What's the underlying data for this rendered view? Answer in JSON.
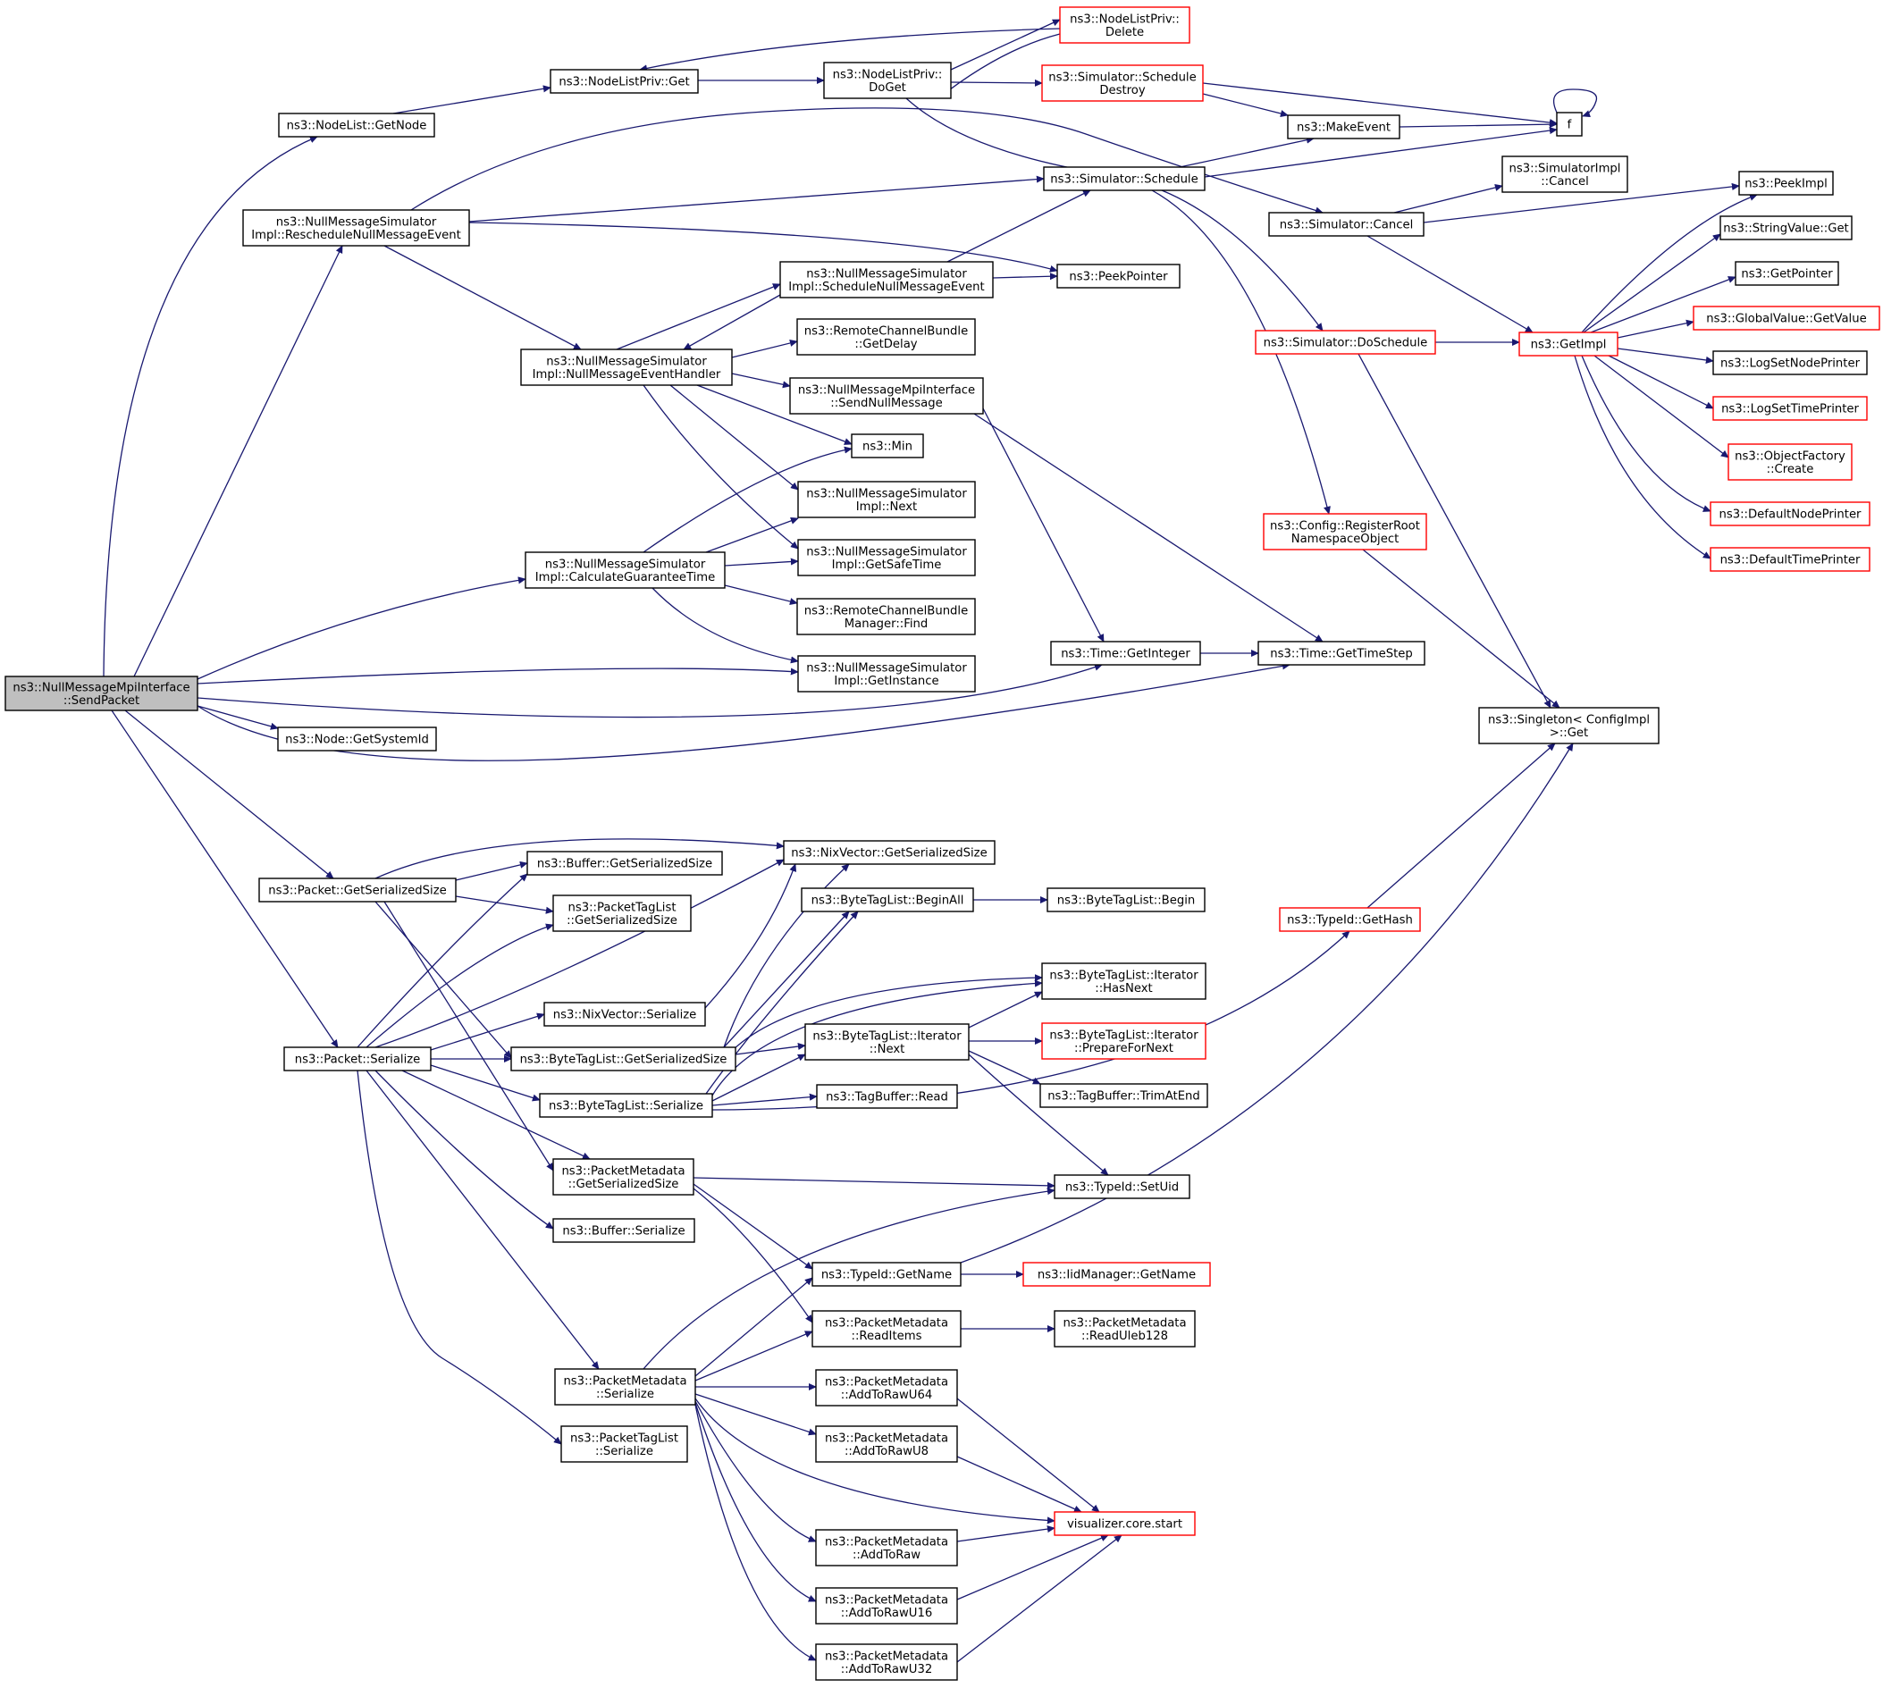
{
  "colors": {
    "edge": "#191970",
    "node_border": "#000000",
    "truncated_border": "#ff0000",
    "root_fill": "#bfbfbf"
  },
  "nodes": [
    {
      "id": "send_packet",
      "lines": [
        "ns3::NullMessageMpiInterface",
        "::SendPacket"
      ],
      "style": "root"
    },
    {
      "id": "nodelist_getnode",
      "lines": [
        "ns3::NodeList::GetNode"
      ]
    },
    {
      "id": "nodelistpriv_get",
      "lines": [
        "ns3::NodeListPriv::Get"
      ]
    },
    {
      "id": "nodelistpriv_doget",
      "lines": [
        "ns3::NodeListPriv::",
        "DoGet"
      ]
    },
    {
      "id": "nodelistpriv_delete",
      "lines": [
        "ns3::NodeListPriv::",
        "Delete"
      ],
      "style": "red"
    },
    {
      "id": "sim_schedule_destroy",
      "lines": [
        "ns3::Simulator::Schedule",
        "Destroy"
      ],
      "style": "red"
    },
    {
      "id": "make_event",
      "lines": [
        "ns3::MakeEvent"
      ]
    },
    {
      "id": "f",
      "lines": [
        "f"
      ]
    },
    {
      "id": "sim_schedule",
      "lines": [
        "ns3::Simulator::Schedule"
      ]
    },
    {
      "id": "simimpl_cancel",
      "lines": [
        "ns3::SimulatorImpl",
        "::Cancel"
      ]
    },
    {
      "id": "sim_cancel",
      "lines": [
        "ns3::Simulator::Cancel"
      ]
    },
    {
      "id": "peek_impl",
      "lines": [
        "ns3::PeekImpl"
      ]
    },
    {
      "id": "string_value_get",
      "lines": [
        "ns3::StringValue::Get"
      ]
    },
    {
      "id": "get_pointer",
      "lines": [
        "ns3::GetPointer"
      ]
    },
    {
      "id": "global_value_get",
      "lines": [
        "ns3::GlobalValue::GetValue"
      ],
      "style": "red"
    },
    {
      "id": "log_set_node",
      "lines": [
        "ns3::LogSetNodePrinter"
      ]
    },
    {
      "id": "log_set_time",
      "lines": [
        "ns3::LogSetTimePrinter"
      ],
      "style": "red"
    },
    {
      "id": "object_factory_create",
      "lines": [
        "ns3::ObjectFactory",
        "::Create"
      ],
      "style": "red"
    },
    {
      "id": "default_node_printer",
      "lines": [
        "ns3::DefaultNodePrinter"
      ],
      "style": "red"
    },
    {
      "id": "default_time_printer",
      "lines": [
        "ns3::DefaultTimePrinter"
      ],
      "style": "red"
    },
    {
      "id": "get_impl",
      "lines": [
        "ns3::GetImpl"
      ],
      "style": "red"
    },
    {
      "id": "sim_do_schedule",
      "lines": [
        "ns3::Simulator::DoSchedule"
      ],
      "style": "red"
    },
    {
      "id": "resched_null",
      "lines": [
        "ns3::NullMessageSimulator",
        "Impl::RescheduleNullMessageEvent"
      ]
    },
    {
      "id": "sched_null",
      "lines": [
        "ns3::NullMessageSimulator",
        "Impl::ScheduleNullMessageEvent"
      ]
    },
    {
      "id": "peek_pointer",
      "lines": [
        "ns3::PeekPointer"
      ]
    },
    {
      "id": "null_handler",
      "lines": [
        "ns3::NullMessageSimulator",
        "Impl::NullMessageEventHandler"
      ]
    },
    {
      "id": "rcb_get_delay",
      "lines": [
        "ns3::RemoteChannelBundle",
        "::GetDelay"
      ]
    },
    {
      "id": "send_null",
      "lines": [
        "ns3::NullMessageMpiInterface",
        "::SendNullMessage"
      ]
    },
    {
      "id": "min",
      "lines": [
        "ns3::Min"
      ]
    },
    {
      "id": "nms_next",
      "lines": [
        "ns3::NullMessageSimulator",
        "Impl::Next"
      ]
    },
    {
      "id": "nms_safe_time",
      "lines": [
        "ns3::NullMessageSimulator",
        "Impl::GetSafeTime"
      ]
    },
    {
      "id": "calc_guarantee",
      "lines": [
        "ns3::NullMessageSimulator",
        "Impl::CalculateGuaranteeTime"
      ]
    },
    {
      "id": "rcb_find",
      "lines": [
        "ns3::RemoteChannelBundle",
        "Manager::Find"
      ]
    },
    {
      "id": "nms_instance",
      "lines": [
        "ns3::NullMessageSimulator",
        "Impl::GetInstance"
      ]
    },
    {
      "id": "config_register",
      "lines": [
        "ns3::Config::RegisterRoot",
        "NamespaceObject"
      ],
      "style": "red"
    },
    {
      "id": "time_get_integer",
      "lines": [
        "ns3::Time::GetInteger"
      ]
    },
    {
      "id": "time_get_step",
      "lines": [
        "ns3::Time::GetTimeStep"
      ]
    },
    {
      "id": "singleton_get",
      "lines": [
        "ns3::Singleton< ConfigImpl",
        " >::Get"
      ]
    },
    {
      "id": "node_system_id",
      "lines": [
        "ns3::Node::GetSystemId"
      ]
    },
    {
      "id": "nix_ser_size",
      "lines": [
        "ns3::NixVector::GetSerializedSize"
      ]
    },
    {
      "id": "packet_ser_size",
      "lines": [
        "ns3::Packet::GetSerializedSize"
      ]
    },
    {
      "id": "buffer_ser_size",
      "lines": [
        "ns3::Buffer::GetSerializedSize"
      ]
    },
    {
      "id": "ptl_ser_size",
      "lines": [
        "ns3::PacketTagList",
        "::GetSerializedSize"
      ]
    },
    {
      "id": "btl_begin_all",
      "lines": [
        "ns3::ByteTagList::BeginAll"
      ]
    },
    {
      "id": "btl_begin",
      "lines": [
        "ns3::ByteTagList::Begin"
      ]
    },
    {
      "id": "typeid_hash",
      "lines": [
        "ns3::TypeId::GetHash"
      ],
      "style": "red"
    },
    {
      "id": "btl_has_next",
      "lines": [
        "ns3::ByteTagList::Iterator",
        "::HasNext"
      ]
    },
    {
      "id": "nix_serialize",
      "lines": [
        "ns3::NixVector::Serialize"
      ]
    },
    {
      "id": "packet_serialize",
      "lines": [
        "ns3::Packet::Serialize"
      ]
    },
    {
      "id": "btl_ser_size",
      "lines": [
        "ns3::ByteTagList::GetSerializedSize"
      ]
    },
    {
      "id": "btl_next",
      "lines": [
        "ns3::ByteTagList::Iterator",
        "::Next"
      ]
    },
    {
      "id": "btl_prepare",
      "lines": [
        "ns3::ByteTagList::Iterator",
        "::PrepareForNext"
      ],
      "style": "red"
    },
    {
      "id": "btl_serialize",
      "lines": [
        "ns3::ByteTagList::Serialize"
      ]
    },
    {
      "id": "tagbuffer_read",
      "lines": [
        "ns3::TagBuffer::Read"
      ]
    },
    {
      "id": "tagbuffer_trim",
      "lines": [
        "ns3::TagBuffer::TrimAtEnd"
      ]
    },
    {
      "id": "pm_ser_size",
      "lines": [
        "ns3::PacketMetadata",
        "::GetSerializedSize"
      ]
    },
    {
      "id": "typeid_set_uid",
      "lines": [
        "ns3::TypeId::SetUid"
      ]
    },
    {
      "id": "buffer_serialize",
      "lines": [
        "ns3::Buffer::Serialize"
      ]
    },
    {
      "id": "typeid_get_name",
      "lines": [
        "ns3::TypeId::GetName"
      ]
    },
    {
      "id": "iid_get_name",
      "lines": [
        "ns3::IidManager::GetName"
      ],
      "style": "red"
    },
    {
      "id": "pm_read_items",
      "lines": [
        "ns3::PacketMetadata",
        "::ReadItems"
      ]
    },
    {
      "id": "pm_read_uleb",
      "lines": [
        "ns3::PacketMetadata",
        "::ReadUleb128"
      ]
    },
    {
      "id": "pm_serialize",
      "lines": [
        "ns3::PacketMetadata",
        "::Serialize"
      ]
    },
    {
      "id": "pm_add_u64",
      "lines": [
        "ns3::PacketMetadata",
        "::AddToRawU64"
      ]
    },
    {
      "id": "pm_add_u8",
      "lines": [
        "ns3::PacketMetadata",
        "::AddToRawU8"
      ]
    },
    {
      "id": "ptl_serialize",
      "lines": [
        "ns3::PacketTagList",
        "::Serialize"
      ]
    },
    {
      "id": "vis_start",
      "lines": [
        "visualizer.core.start"
      ],
      "style": "red"
    },
    {
      "id": "pm_add_raw",
      "lines": [
        "ns3::PacketMetadata",
        "::AddToRaw"
      ]
    },
    {
      "id": "pm_add_u16",
      "lines": [
        "ns3::PacketMetadata",
        "::AddToRawU16"
      ]
    },
    {
      "id": "pm_add_u32",
      "lines": [
        "ns3::PacketMetadata",
        "::AddToRawU32"
      ]
    }
  ]
}
